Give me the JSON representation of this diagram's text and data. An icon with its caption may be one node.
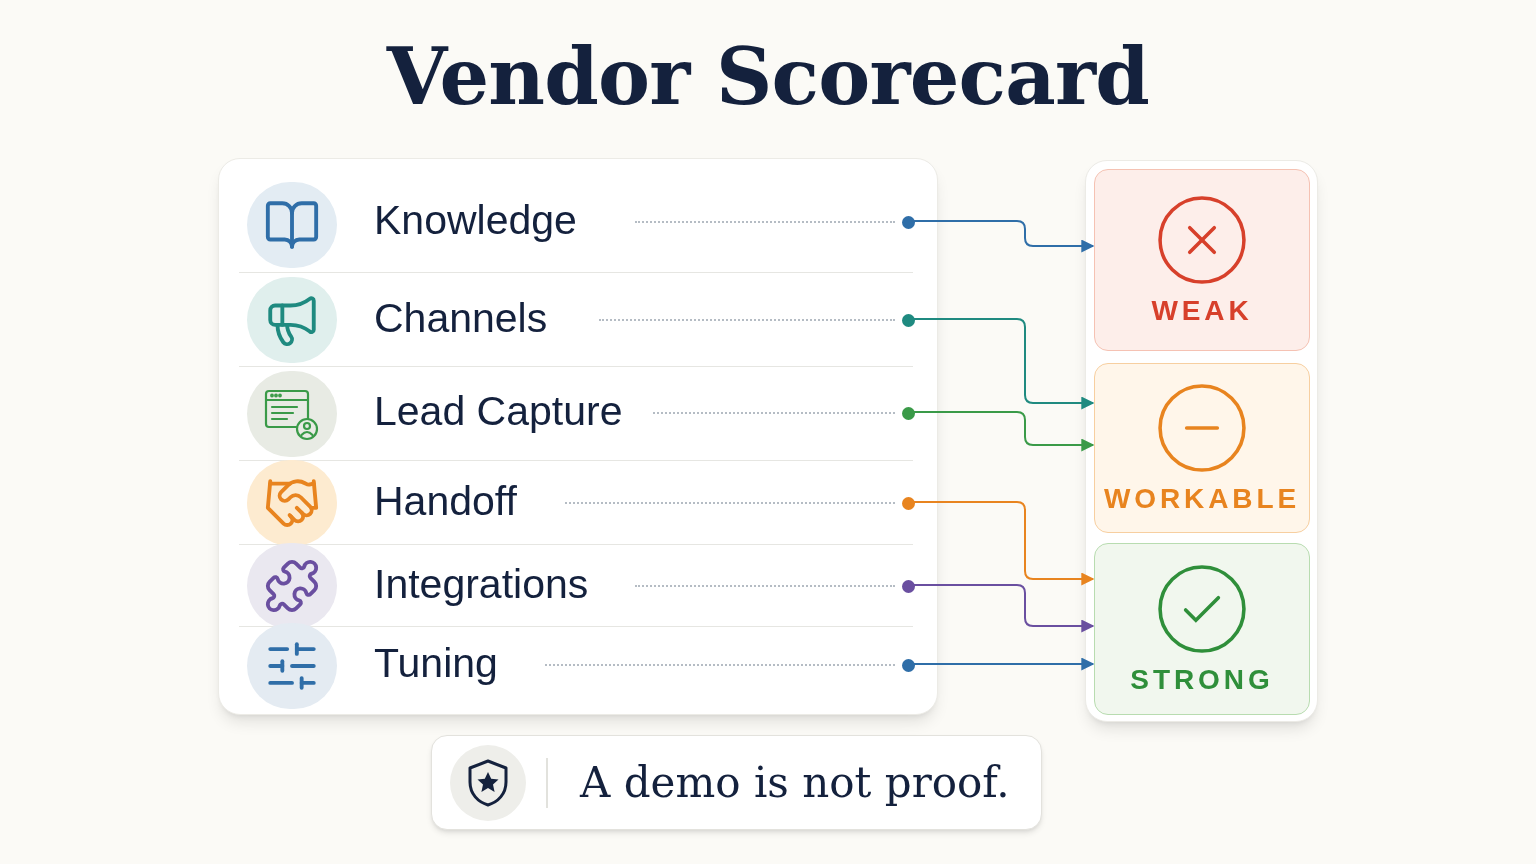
{
  "diagram": {
    "title": "Vendor Scorecard",
    "nodes": [
      {
        "text": [],
        "shape": "box"
      },
      {
        "text": [
          "Knowledge"
        ],
        "in": 0
      },
      {
        "text": [
          "Channels"
        ],
        "in": 0
      },
      {
        "text": [
          "Lead Capture"
        ],
        "in": 0
      },
      {
        "text": [
          "Handoff"
        ],
        "in": 0
      },
      {
        "text": [
          "Integrations"
        ],
        "in": 0
      },
      {
        "text": [
          "Tuning"
        ],
        "in": 0
      },
      {
        "text": [],
        "shape": "box"
      },
      {
        "text": [
          "WEAK"
        ],
        "in": 7
      },
      {
        "text": [
          "WORKABLE"
        ],
        "in": 7
      },
      {
        "text": [
          "STRONG"
        ],
        "in": 7
      },
      {
        "text": [
          "A demo is not proof."
        ]
      }
    ],
    "edges": [
      {
        "from": 1,
        "to": 8,
        "arrow": "to",
        "color": "#2f6ea8"
      },
      {
        "from": 2,
        "to": 9,
        "arrow": "to",
        "color": "#1f8a80"
      },
      {
        "from": 3,
        "to": 9,
        "arrow": "to",
        "color": "#3a9a48"
      },
      {
        "from": 4,
        "to": 10,
        "arrow": "to",
        "color": "#e8841f"
      },
      {
        "from": 5,
        "to": 10,
        "arrow": "to",
        "color": "#6a4fa0"
      },
      {
        "from": 6,
        "to": 10,
        "arrow": "to",
        "color": "#2f6ea8"
      }
    ]
  }
}
